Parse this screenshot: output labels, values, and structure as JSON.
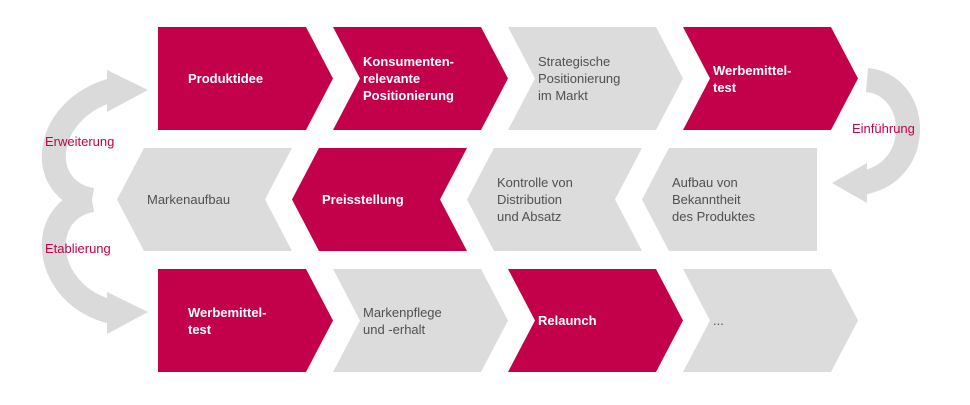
{
  "colors": {
    "primary": "#C3004A",
    "neutral": "#DCDCDC",
    "arrow": "#DADADA",
    "primary_text": "#FFFFFF",
    "neutral_text": "#505050",
    "side_label": "#C3004A"
  },
  "rows": [
    {
      "direction": "right",
      "steps": [
        {
          "label": "Produktidee",
          "style": "primary"
        },
        {
          "label": "Konsumenten-\nrelevante\nPositionierung",
          "style": "primary"
        },
        {
          "label": "Strategische\nPositionierung\nim Markt",
          "style": "neutral"
        },
        {
          "label": "Werbemittel-\ntest",
          "style": "primary"
        }
      ]
    },
    {
      "direction": "left",
      "steps": [
        {
          "label": "Markenaufbau",
          "style": "neutral"
        },
        {
          "label": "Preisstellung",
          "style": "primary"
        },
        {
          "label": "Kontrolle von\nDistribution\nund Absatz",
          "style": "neutral"
        },
        {
          "label": "Aufbau von\nBekanntheit\ndes Produktes",
          "style": "neutral"
        }
      ]
    },
    {
      "direction": "right",
      "steps": [
        {
          "label": "Werbemittel-\ntest",
          "style": "primary"
        },
        {
          "label": "Markenpflege\nund -erhalt",
          "style": "neutral"
        },
        {
          "label": "Relaunch",
          "style": "primary"
        },
        {
          "label": "...",
          "style": "neutral"
        }
      ]
    }
  ],
  "transitions": {
    "right": "Einführung",
    "left_upper": "Erweiterung",
    "left_lower": "Etablierung"
  }
}
